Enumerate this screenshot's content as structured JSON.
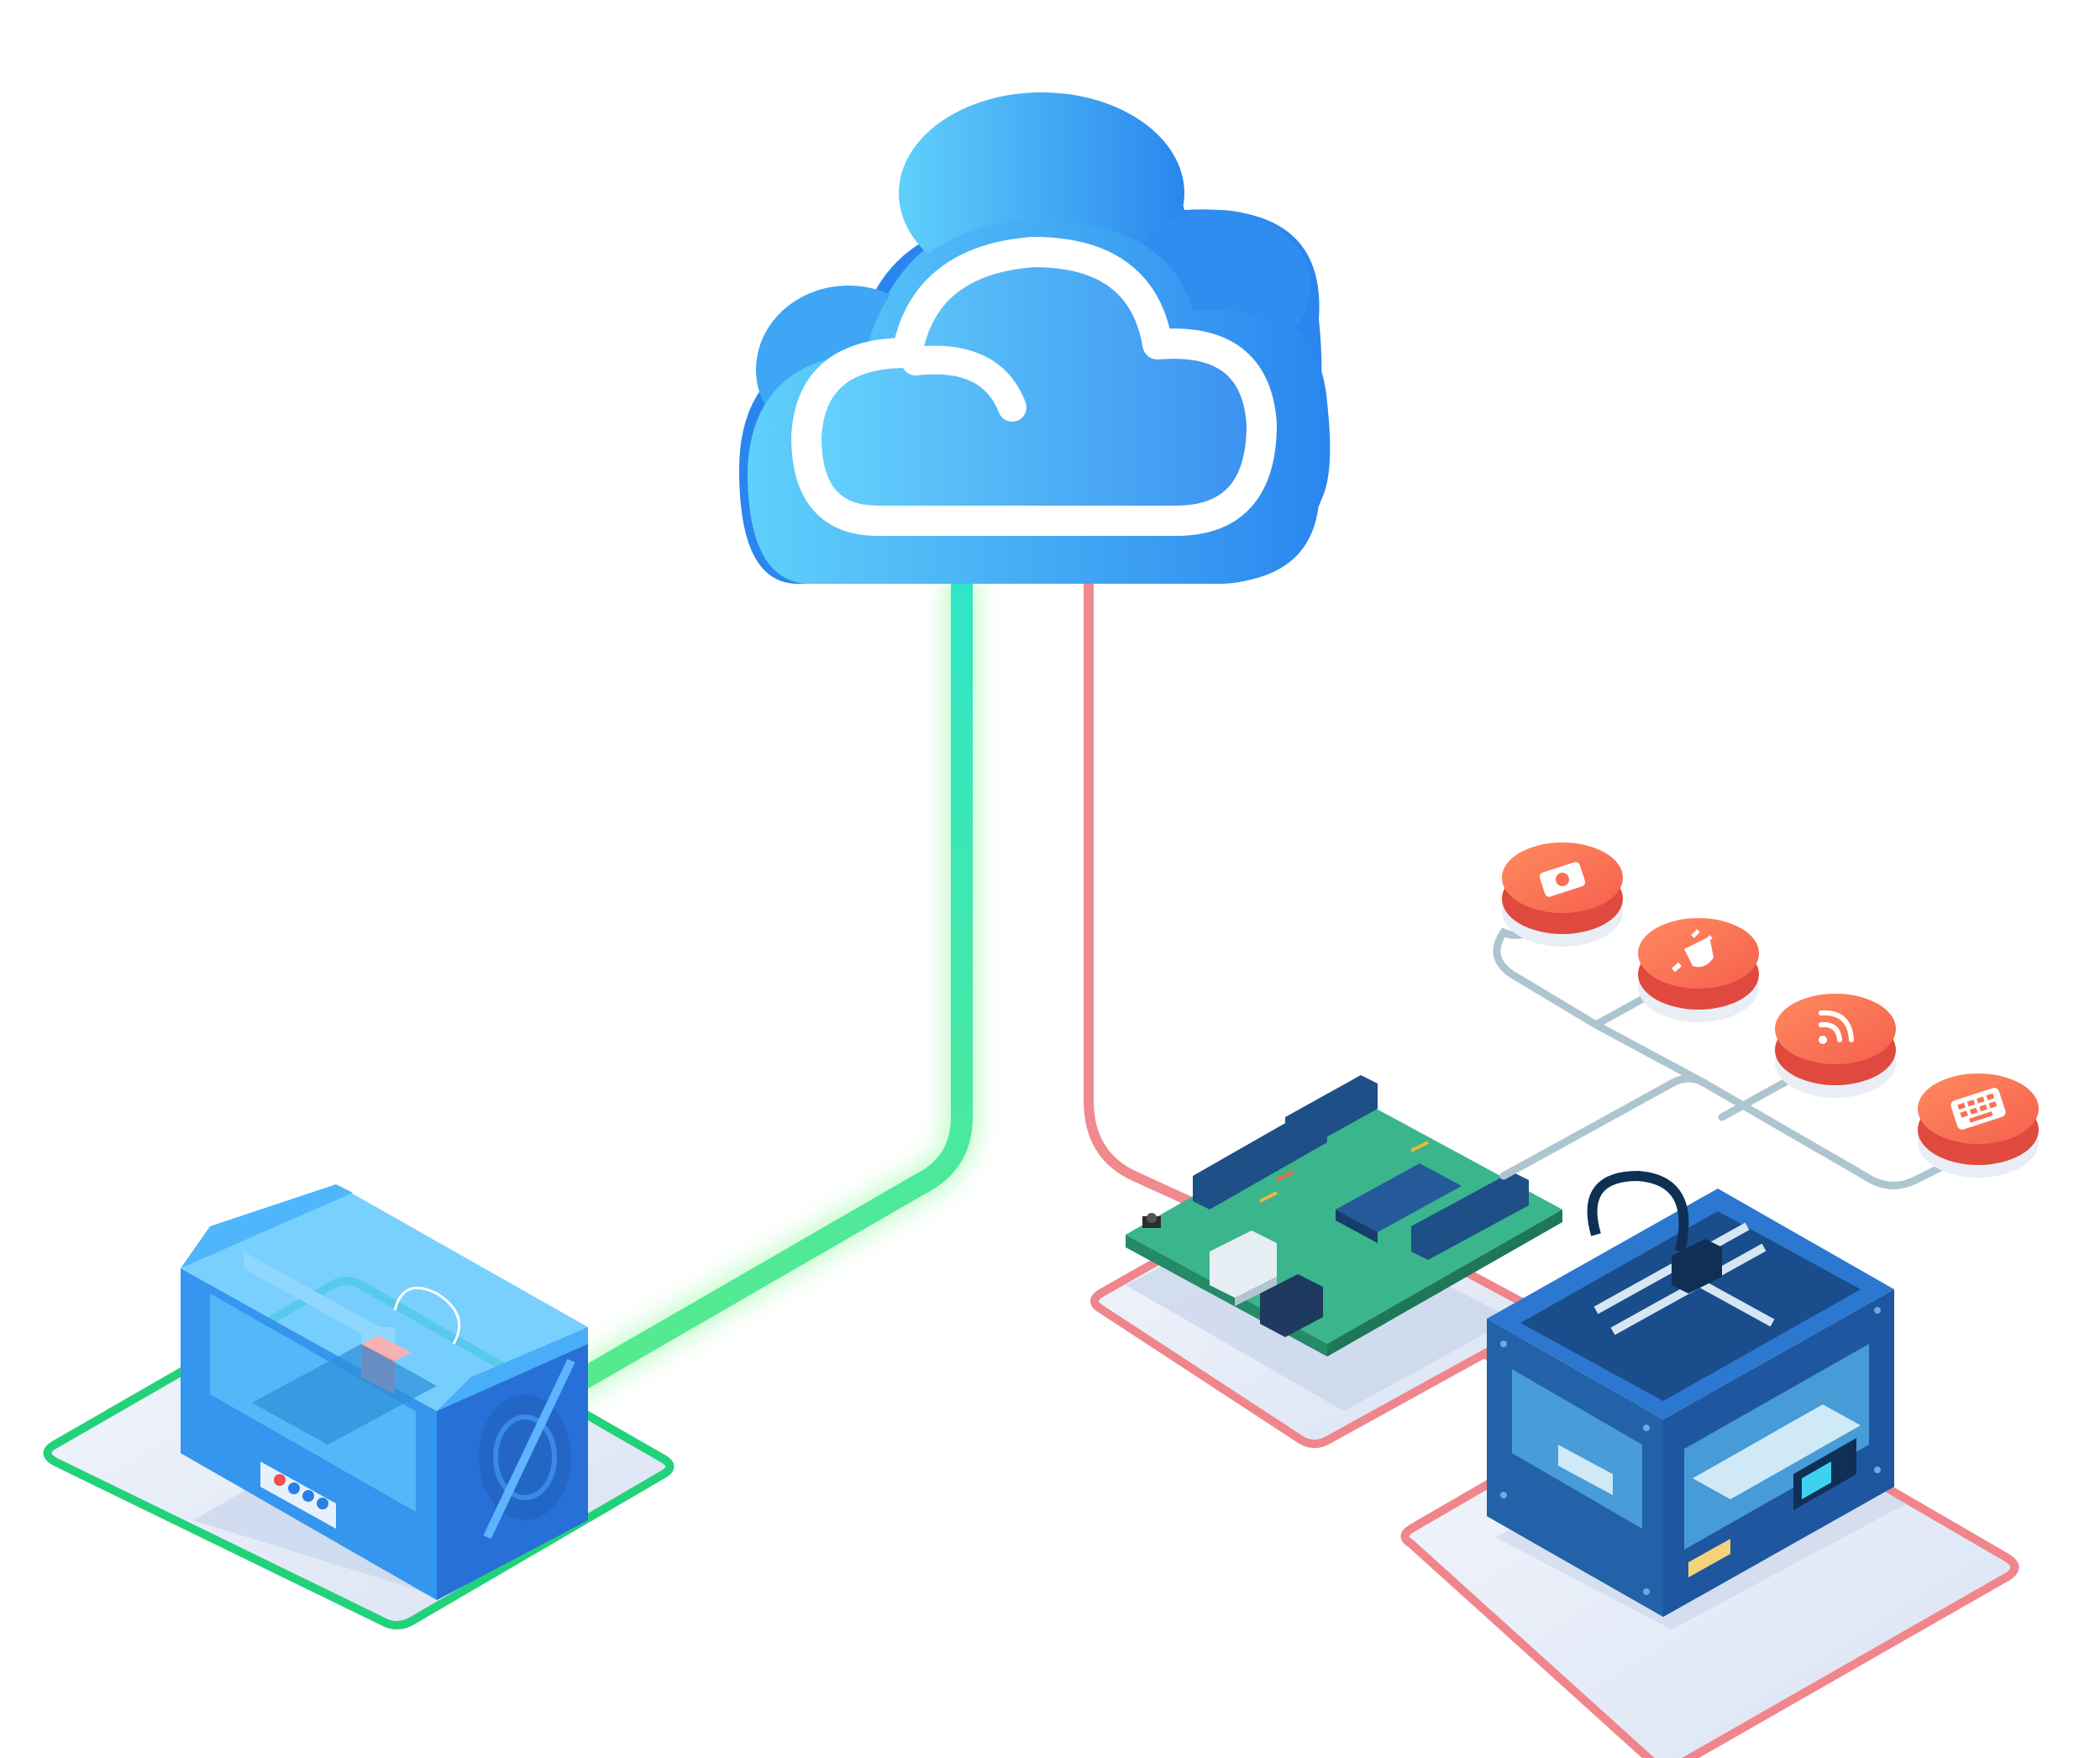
{
  "diagram": {
    "colors": {
      "cloud_light": "#5fd0fb",
      "cloud_dark": "#2a86ee",
      "link_online": "#2ee6b8",
      "link_online_glow": "#7cf78e",
      "link_offline": "#f08a8f",
      "pad_online": "#22d27a",
      "pad_offline": "#f0858c",
      "pad_fill": "#e9eef8",
      "peripheral_bubble": "#fa6f55",
      "peripheral_tree": "#adc5cf",
      "pcb_green": "#3ab58c",
      "printer_blue": "#2c7be5",
      "printer_dark": "#1f5fa8"
    },
    "nodes": {
      "cloud": {
        "icon": "cloud-icon"
      },
      "printer_online": {
        "icon": "3d-printer-icon",
        "status": "online"
      },
      "microcontroller": {
        "icon": "circuit-board-icon",
        "status": "offline"
      },
      "printer_offline": {
        "icon": "3d-printer-icon",
        "status": "offline"
      }
    },
    "peripherals": [
      {
        "icon": "camera-icon"
      },
      {
        "icon": "power-plug-icon"
      },
      {
        "icon": "wifi-icon"
      },
      {
        "icon": "keypad-icon"
      }
    ]
  }
}
